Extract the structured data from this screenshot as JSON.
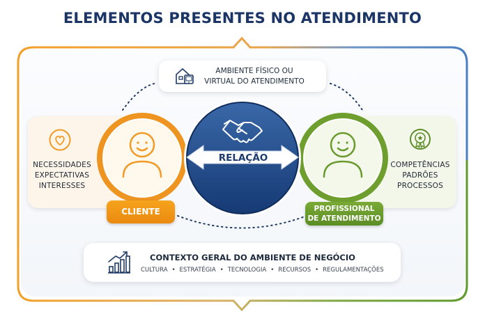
{
  "title": "ELEMENTOS PRESENTES NO ATENDIMENTO",
  "colors": {
    "navy": "#1b3566",
    "orange": "#f39a1b",
    "green": "#6e9f2e",
    "blue_frame": "#4f7fc0"
  },
  "environment": {
    "icon": "building-device-icon",
    "line1": "AMBIENTE FÍSICO OU",
    "line2": "VIRTUAL DO ATENDIMENTO"
  },
  "client": {
    "icon": "heart-icon",
    "attributes": [
      "NECESSIDADES",
      "EXPECTATIVAS",
      "INTERESSES"
    ],
    "label": "CLIENTE"
  },
  "relation": {
    "icon": "handshake-icon",
    "label": "RELAÇÃO"
  },
  "professional": {
    "icon": "award-icon",
    "attributes": [
      "COMPETÊNCIAS",
      "PADRÕES",
      "PROCESSOS"
    ],
    "label_line1": "PROFISSIONAL",
    "label_line2": "DE ATENDIMENTO"
  },
  "context": {
    "icon": "growth-chart-icon",
    "title": "CONTEXTO GERAL DO AMBIENTE DE NEGÓCIO",
    "items": [
      "CULTURA",
      "ESTRATÉGIA",
      "TECNOLOGIA",
      "RECURSOS",
      "REGULAMENTAÇÕES"
    ],
    "separator": "•"
  }
}
